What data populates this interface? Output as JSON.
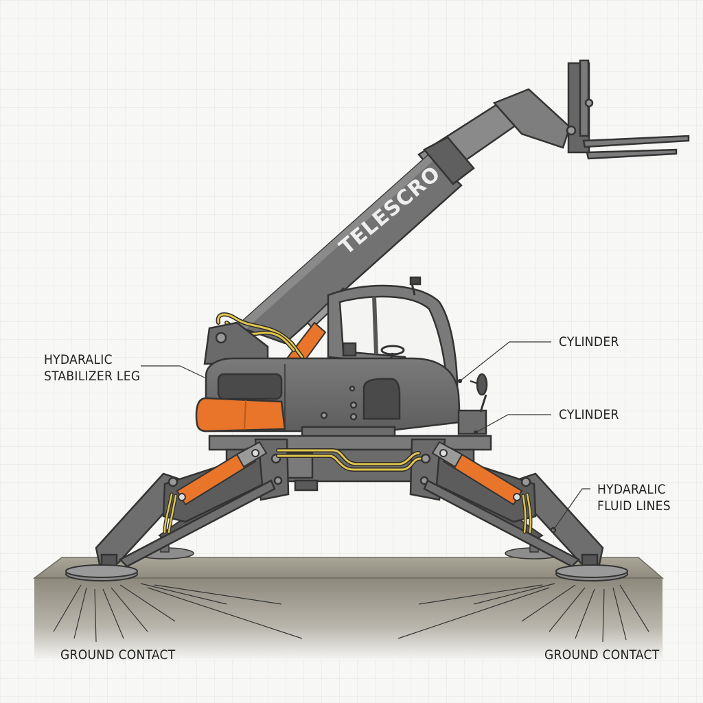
{
  "machine": {
    "brand_text": "TELESCRO"
  },
  "labels": {
    "stabilizer_leg": {
      "line1": "HYDARALIC",
      "line2": "STABILIZER LEG"
    },
    "cylinder_upper": "CYLINDER",
    "cylinder_lower": "CYLINDER",
    "fluid_lines": {
      "line1": "HYDARALIC",
      "line2": "FLUID LINES"
    },
    "ground_left": "GROUND CONTACT",
    "ground_right": "GROUND CONTACT"
  },
  "colors": {
    "body_gray": "#6e6e6e",
    "dark_gray": "#4a4a4a",
    "orange": "#e8752a",
    "hydraulic_line": "#e2c64a",
    "ground": "#8c887c"
  }
}
